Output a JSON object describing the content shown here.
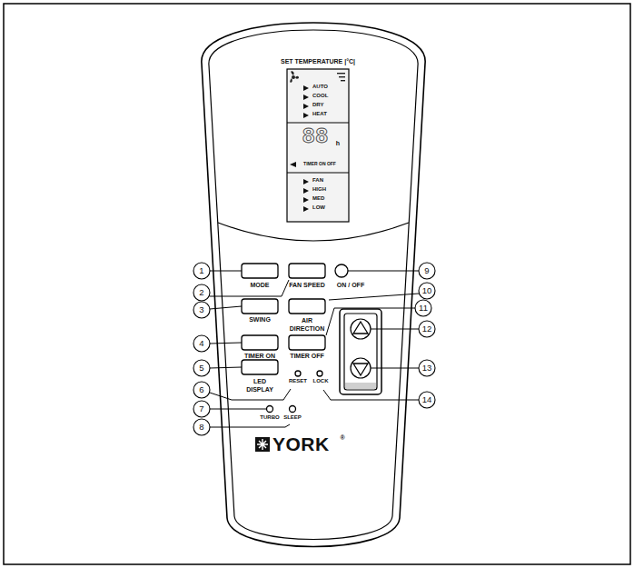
{
  "diagram": {
    "nodes": [
      {
        "text": [
          "SET TEMPERATURE |°C|",
          "AUTO",
          "COOL",
          "DRY",
          "HEAT",
          "88",
          "h",
          "TIMER ON OFF",
          "FAN",
          "HIGH",
          "MED",
          "LOW"
        ]
      }
    ],
    "labels": [
      "MODE",
      "FAN SPEED",
      "ON / OFF",
      "SWING",
      "AIR DIRECTION",
      "TIMER ON",
      "TIMER OFF",
      "LED DISPLAY",
      "RESET",
      "LOCK",
      "TURBO",
      "SLEEP",
      "YORK",
      "®",
      "1",
      "2",
      "3",
      "4",
      "5",
      "6",
      "7",
      "8",
      "9",
      "10",
      "11",
      "12",
      "13",
      "14"
    ]
  }
}
